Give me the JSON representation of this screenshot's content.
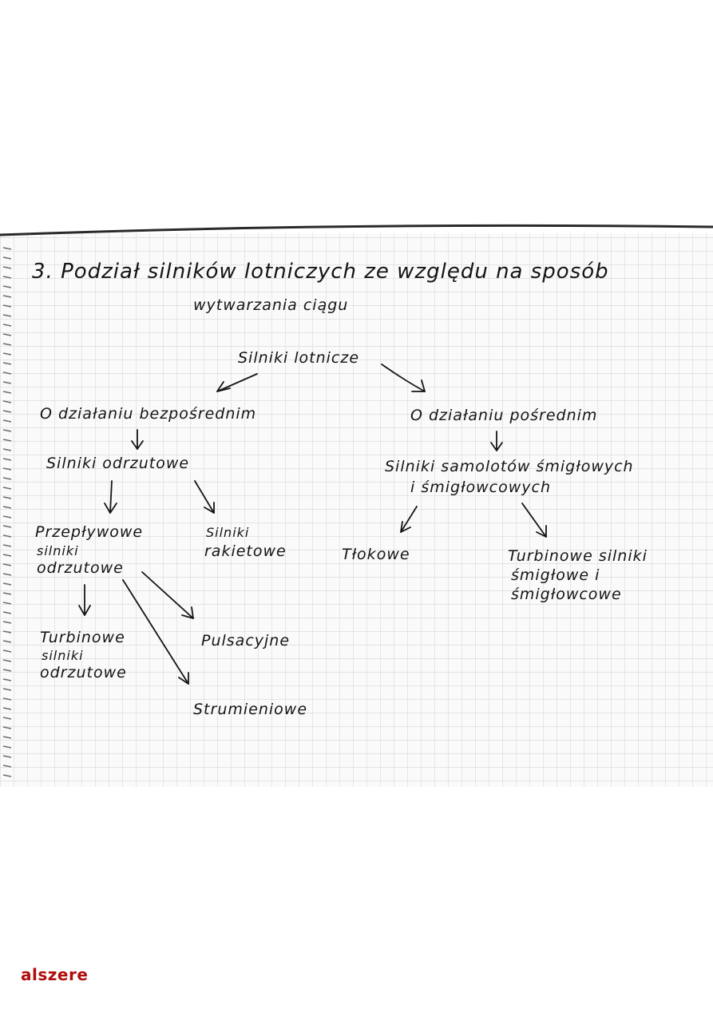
{
  "page": {
    "author": "alszere"
  },
  "note": {
    "title_line1": "3. Podział silników lotniczych ze względu na sposób",
    "title_line2": "wytwarzania ciągu",
    "root": "Silniki lotnicze",
    "left_branch": {
      "label": "O działaniu bezpośrednim",
      "child": "Silniki odrzutowe",
      "leaf_a_lines": [
        "Przepływowe",
        "silniki",
        "odrzutowe"
      ],
      "leaf_b_lines": [
        "Silniki",
        "rakietowe"
      ],
      "sub_a_lines": [
        "Turbinowe",
        "silniki",
        "odrzutowe"
      ],
      "sub_b": "Pulsacyjne",
      "sub_c": "Strumieniowe"
    },
    "right_branch": {
      "label": "O działaniu pośrednim",
      "child_lines": [
        "Silniki samolotów śmigłowych",
        "i śmigłowcowych"
      ],
      "leaf_a": "Tłokowe",
      "leaf_b_lines": [
        "Turbinowe silniki",
        "śmigłowe i",
        "śmigłowcowe"
      ]
    }
  },
  "colors": {
    "ink": "#141414",
    "grid": "#c9c9c9",
    "paper": "#fafafa",
    "author": "#b00c0c"
  }
}
